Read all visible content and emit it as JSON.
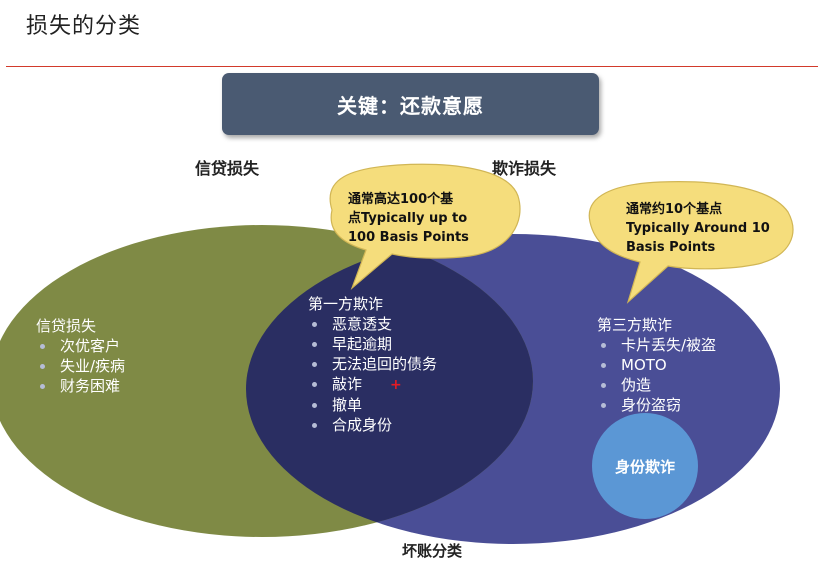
{
  "page": {
    "title": "损失的分类"
  },
  "banner": {
    "label": "关键：还款意愿"
  },
  "labels": {
    "credit_loss": "信贷损失",
    "fraud_loss": "欺诈损失",
    "bad_debt": "坏账分类"
  },
  "credit": {
    "title": "信贷损失",
    "items": [
      "次优客户",
      "失业/疾病",
      "财务困难"
    ]
  },
  "first_party": {
    "title": "第一方欺诈",
    "items": [
      "恶意透支",
      "早起逾期",
      "无法追回的债务",
      "敲诈",
      "撤单",
      "合成身份"
    ],
    "plus": "+"
  },
  "third_party": {
    "title": "第三方欺诈",
    "items": [
      "卡片丢失/被盗",
      "MOTO",
      "伪造",
      "身份盗窃"
    ]
  },
  "identity_fraud": {
    "label": "身份欺诈"
  },
  "bubble_left": {
    "line1": "通常高达100个基",
    "line2": "点Typically up to",
    "line3": "100 Basis Points"
  },
  "bubble_right": {
    "line1": "通常约10个基点",
    "line2": "Typically Around 10",
    "line3": "Basis Points"
  },
  "colors": {
    "credit_ellipse": "#7f8a45",
    "fraud_ellipse": "#4a4e96",
    "overlap": "#2a2e62",
    "bubble": "#f5dd7c",
    "identity_circle": "#5b97d5",
    "banner": "#4a5a72"
  }
}
